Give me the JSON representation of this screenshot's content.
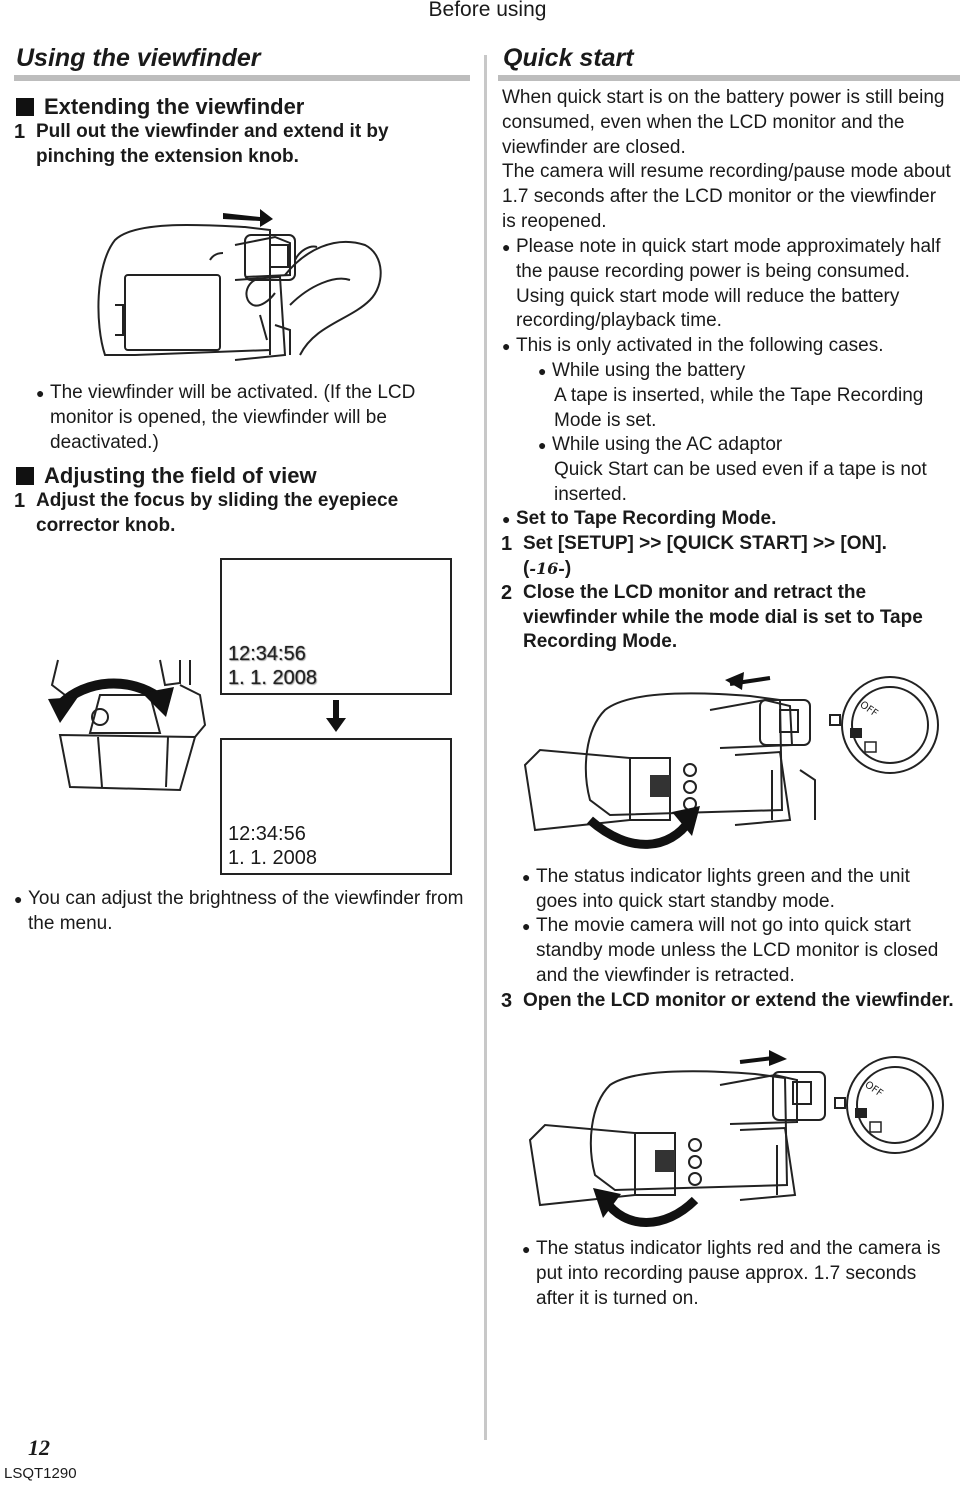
{
  "header": {
    "section": "Before using"
  },
  "left": {
    "title": "Using the viewfinder",
    "extend": {
      "heading": "Extending the viewfinder",
      "step_num": "1",
      "step_text": "Pull out the viewfinder and extend it by pinching the extension knob.",
      "note": "The viewfinder will be activated. (If the LCD monitor is opened, the viewfinder will be deactivated.)"
    },
    "adjust": {
      "heading": "Adjusting the field of view",
      "step_num": "1",
      "step_text": "Adjust the focus by sliding the eyepiece corrector knob."
    },
    "screen_blur": {
      "time": "12:34:56",
      "date": "1. 1. 2008"
    },
    "screen_clear": {
      "time": "12:34:56",
      "date": "1. 1. 2008"
    },
    "brightness_note": "You can adjust the brightness of the viewfinder from the menu."
  },
  "right": {
    "title": "Quick start",
    "intro1": "When quick start is on the battery power is still being consumed, even when the LCD monitor and the viewfinder are closed.",
    "intro2": "The camera will resume recording/pause mode about 1.7 seconds after the LCD monitor or the viewfinder is reopened.",
    "bullet1": "Please note in quick start mode approximately half the pause recording power is being consumed. Using quick start mode will reduce the battery recording/playback time.",
    "bullet2": "This is only activated in the following cases.",
    "case1_title": "While using the battery",
    "case1_text": "A tape is inserted, while the Tape Recording Mode is set.",
    "case2_title": "While using the AC adaptor",
    "case2_text": "Quick Start can be used even if a tape is not inserted.",
    "bullet3": "Set to Tape Recording Mode.",
    "step1_num": "1",
    "step1_text": "Set [SETUP] >> [QUICK START] >> [ON].",
    "step1_ref_open": "(",
    "step1_ref": "-16-",
    "step1_ref_close": ")",
    "step2_num": "2",
    "step2_text": "Close the LCD monitor and retract the viewfinder while the mode dial is set to Tape Recording Mode.",
    "dial_label": "OFF",
    "note_green1": "The status indicator lights green and the unit goes into quick start standby mode.",
    "note_green2": "The movie camera will not go into quick start standby mode unless the LCD monitor is closed and the viewfinder is retracted.",
    "step3_num": "3",
    "step3_text": "Open the LCD monitor or extend the viewfinder.",
    "note_red": "The status indicator lights red and the camera is put into recording pause approx. 1.7 seconds after it is turned on."
  },
  "footer": {
    "page_number": "12",
    "code": "LSQT1290"
  },
  "bullet_glyph": "●"
}
